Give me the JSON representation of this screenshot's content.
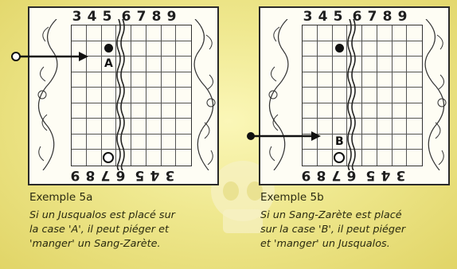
{
  "examples": [
    {
      "id": "a",
      "column_digits": [
        "3",
        "4",
        "5",
        "6",
        "7",
        "8",
        "9"
      ],
      "cell_letter": "A",
      "title": "Exemple 5a",
      "text": [
        "Si un Jusqualos est placé sur",
        "la case 'A', il peut piéger et",
        "'manger' un Sang-Zarète."
      ]
    },
    {
      "id": "b",
      "column_digits": [
        "3",
        "4",
        "5",
        "6",
        "7",
        "8",
        "9"
      ],
      "cell_letter": "B",
      "title": "Exemple 5b",
      "text": [
        "Si un Sang-Zarète est placé",
        "sur la case 'B', il peut piéger",
        "et 'manger' un Jusqualos."
      ]
    }
  ],
  "board": {
    "columns": 8,
    "rows": 9
  },
  "colors": {
    "background": "#efe88f",
    "board": "#fefdf4",
    "ink": "#111111"
  },
  "icons": [
    "black-piece",
    "white-piece",
    "arrow-right",
    "skull-watermark"
  ]
}
